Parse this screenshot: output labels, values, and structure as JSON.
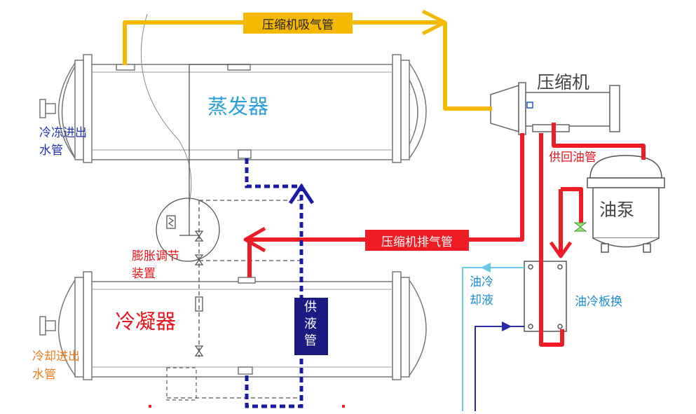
{
  "labels": {
    "suction_pipe": "压缩机吸气管",
    "compressor": "压缩机",
    "evaporator": "蒸发器",
    "chilled_water_line1": "冷冻进出",
    "chilled_water_line2": "水管",
    "oil_return_pipe": "供回油管",
    "oil_pump": "油泵",
    "discharge_pipe": "压缩机排气管",
    "expansion_line1": "膨胀调节",
    "expansion_line2": "装置",
    "oil_coolant_line1": "油冷",
    "oil_coolant_line2": "却液",
    "oil_cooler_plate": "油冷板换",
    "condenser": "冷凝器",
    "liquid_supply_1": "供",
    "liquid_supply_2": "液",
    "liquid_supply_3": "管",
    "cooling_water_line1": "冷却进出",
    "cooling_water_line2": "水管"
  },
  "colors": {
    "suction": "#f5b800",
    "discharge": "#ee1c25",
    "liquid": "#1a1aa6",
    "equipment_outline": "#777777",
    "evaporator_text": "#2b9fd9",
    "condenser_text": "#e8141b",
    "chilled_text": "#2233aa",
    "cooling_text": "#f07b18",
    "cyan_text": "#1a8fd0"
  }
}
